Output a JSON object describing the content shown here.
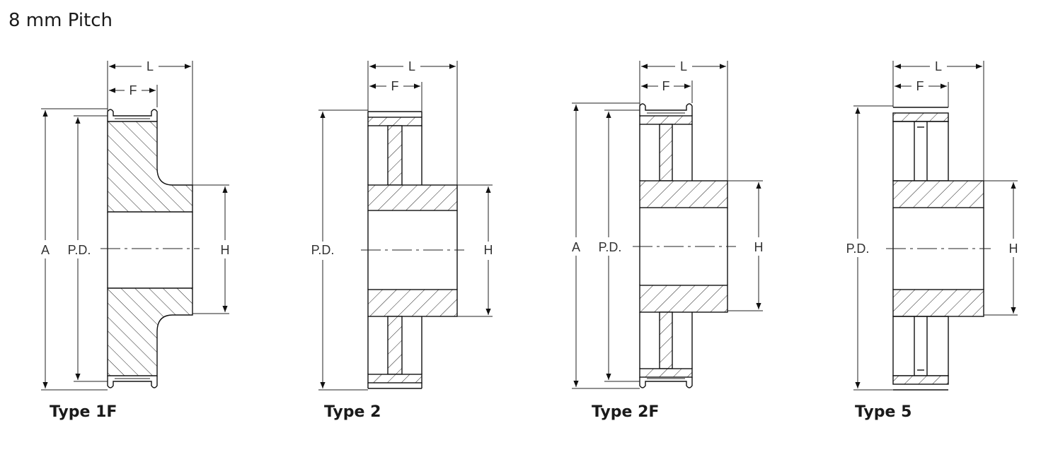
{
  "page": {
    "title": "8 mm Pitch"
  },
  "labels": {
    "length": "L",
    "face_width": "F",
    "outside_diameter": "A",
    "pitch_diameter": "P.D.",
    "hub_diameter": "H"
  },
  "types": [
    {
      "id": "type-1f",
      "name": "Type 1F"
    },
    {
      "id": "type-2",
      "name": "Type 2"
    },
    {
      "id": "type-2f",
      "name": "Type 2F"
    },
    {
      "id": "type-5",
      "name": "Type 5"
    }
  ],
  "colors": {
    "line": "#111111",
    "text": "#1a1a1a"
  }
}
